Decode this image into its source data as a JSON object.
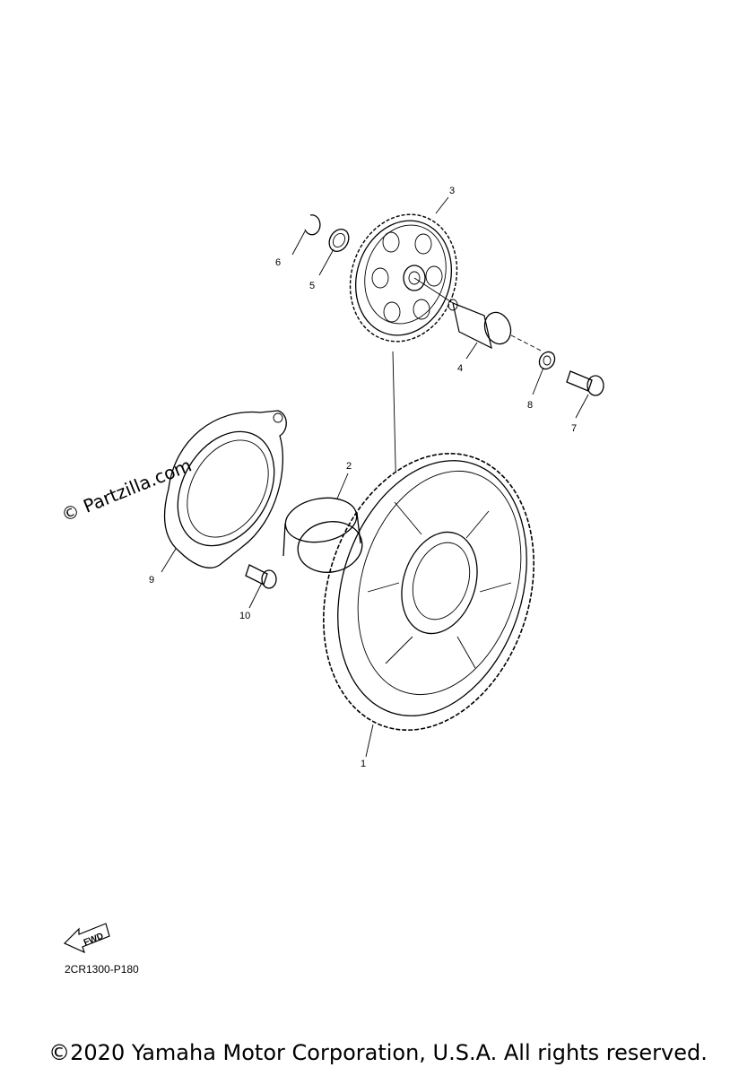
{
  "diagram": {
    "callouts": [
      {
        "id": "1",
        "label": "1"
      },
      {
        "id": "2",
        "label": "2"
      },
      {
        "id": "3",
        "label": "3"
      },
      {
        "id": "4",
        "label": "4"
      },
      {
        "id": "5",
        "label": "5"
      },
      {
        "id": "6",
        "label": "6"
      },
      {
        "id": "7",
        "label": "7"
      },
      {
        "id": "8",
        "label": "8"
      },
      {
        "id": "9",
        "label": "9"
      },
      {
        "id": "10",
        "label": "10"
      }
    ],
    "fwd_badge": "FWD",
    "diagram_code": "2CR1300-P180",
    "watermark": "© Partzilla.com"
  },
  "footer": {
    "copyright": "©2020 Yamaha Motor Corporation, U.S.A. All rights reserved."
  }
}
